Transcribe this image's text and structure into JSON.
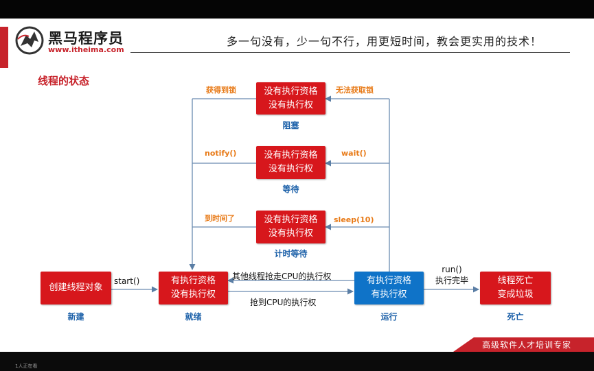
{
  "header": {
    "brand": "黑马程序员",
    "site": "www.itheima.com",
    "slogan": "多一句没有，少一句不行，用更短时间，教会更实用的技术！"
  },
  "section_title": "线程的状态",
  "states": {
    "blocked": {
      "line1": "没有执行资格",
      "line2": "没有执行权",
      "caption": "阻塞"
    },
    "waiting": {
      "line1": "没有执行资格",
      "line2": "没有执行权",
      "caption": "等待"
    },
    "timed_waiting": {
      "line1": "没有执行资格",
      "line2": "没有执行权",
      "caption": "计时等待"
    },
    "new": {
      "line1": "创建线程对象",
      "caption": "新建"
    },
    "ready": {
      "line1": "有执行资格",
      "line2": "没有执行权",
      "caption": "就绪"
    },
    "running": {
      "line1": "有执行资格",
      "line2": "有执行权",
      "caption": "运行"
    },
    "dead": {
      "line1": "线程死亡",
      "line2": "变成垃圾",
      "caption": "死亡"
    }
  },
  "transitions": {
    "acquire_lock": "获得到锁",
    "cannot_acquire_lock": "无法获取锁",
    "notify": "notify()",
    "wait": "wait()",
    "time_up": "到时间了",
    "sleep": "sleep(10)",
    "start": "start()",
    "preempted": "其他线程抢走CPU的执行权",
    "got_cpu": "抢到CPU的执行权",
    "run_line1": "run()",
    "run_line2": "执行完毕"
  },
  "footer": {
    "tagline": "高级软件人才培训专家"
  },
  "status_bar": {
    "text": "1人正在看"
  },
  "colors": {
    "accent_red": "#d7171c",
    "state_blue": "#0f73c8",
    "caption_blue": "#1a5fa8",
    "label_orange": "#e87a17"
  }
}
